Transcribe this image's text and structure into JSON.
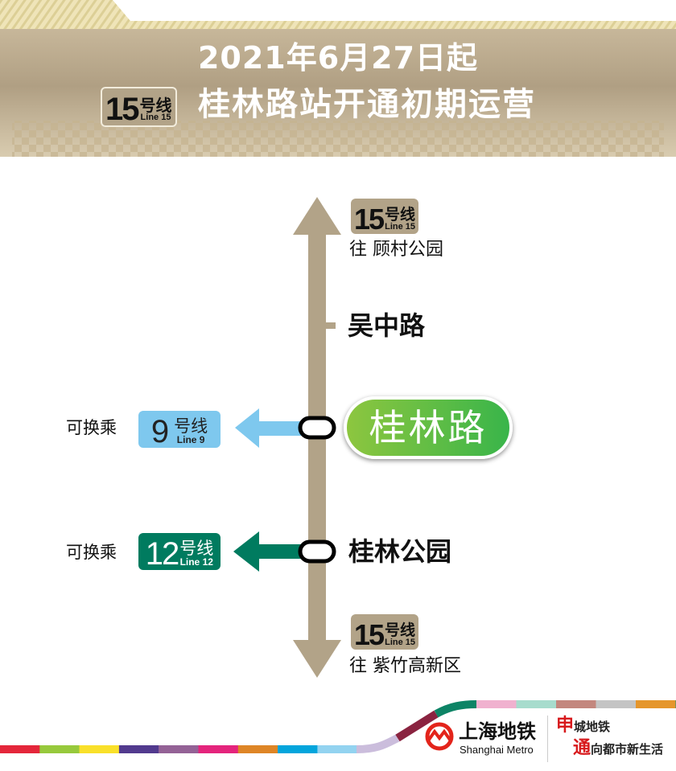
{
  "header": {
    "date_line": "2021年6月27日起",
    "headline": "桂林路站开通初期运营",
    "line_badge": {
      "number": "15",
      "hao": "号线",
      "en": "Line 15"
    }
  },
  "map": {
    "line_color": "#b2a388",
    "north": {
      "badge": {
        "number": "15",
        "hao": "号线",
        "en": "Line 15"
      },
      "toward": "往 顾村公园"
    },
    "south": {
      "badge": {
        "number": "15",
        "hao": "号线",
        "en": "Line 15"
      },
      "toward": "往 紫竹高新区"
    },
    "stations": [
      {
        "name": "吴中路"
      },
      {
        "name": "桂林路",
        "highlight": true,
        "transfer_label": "可换乘",
        "transfer": {
          "number": "9",
          "hao": "号线",
          "en": "Line 9",
          "color": "#7ec8ee"
        }
      },
      {
        "name": "桂林公园",
        "transfer_label": "可换乘",
        "transfer": {
          "number": "12",
          "hao": "号线",
          "en": "Line 12",
          "color": "#007b5f"
        }
      }
    ]
  },
  "footer": {
    "logo_cn": "上海地铁",
    "logo_en": "Shanghai Metro",
    "slogan1_big": "申",
    "slogan1": "城地铁",
    "slogan2_big": "通",
    "slogan2": "向都市新生活",
    "stripe_colors": [
      "#e4263a",
      "#97c93c",
      "#f9e02a",
      "#523a8e",
      "#946296",
      "#e4247c",
      "#de8526",
      "#03a5dc",
      "#93d3f0",
      "#cbbddc",
      "#8a2340",
      "#0d8466",
      "#f0b1cf",
      "#a7dccd",
      "#c3877e",
      "#c4c4c4",
      "#e5962c",
      "#108d8a"
    ]
  }
}
